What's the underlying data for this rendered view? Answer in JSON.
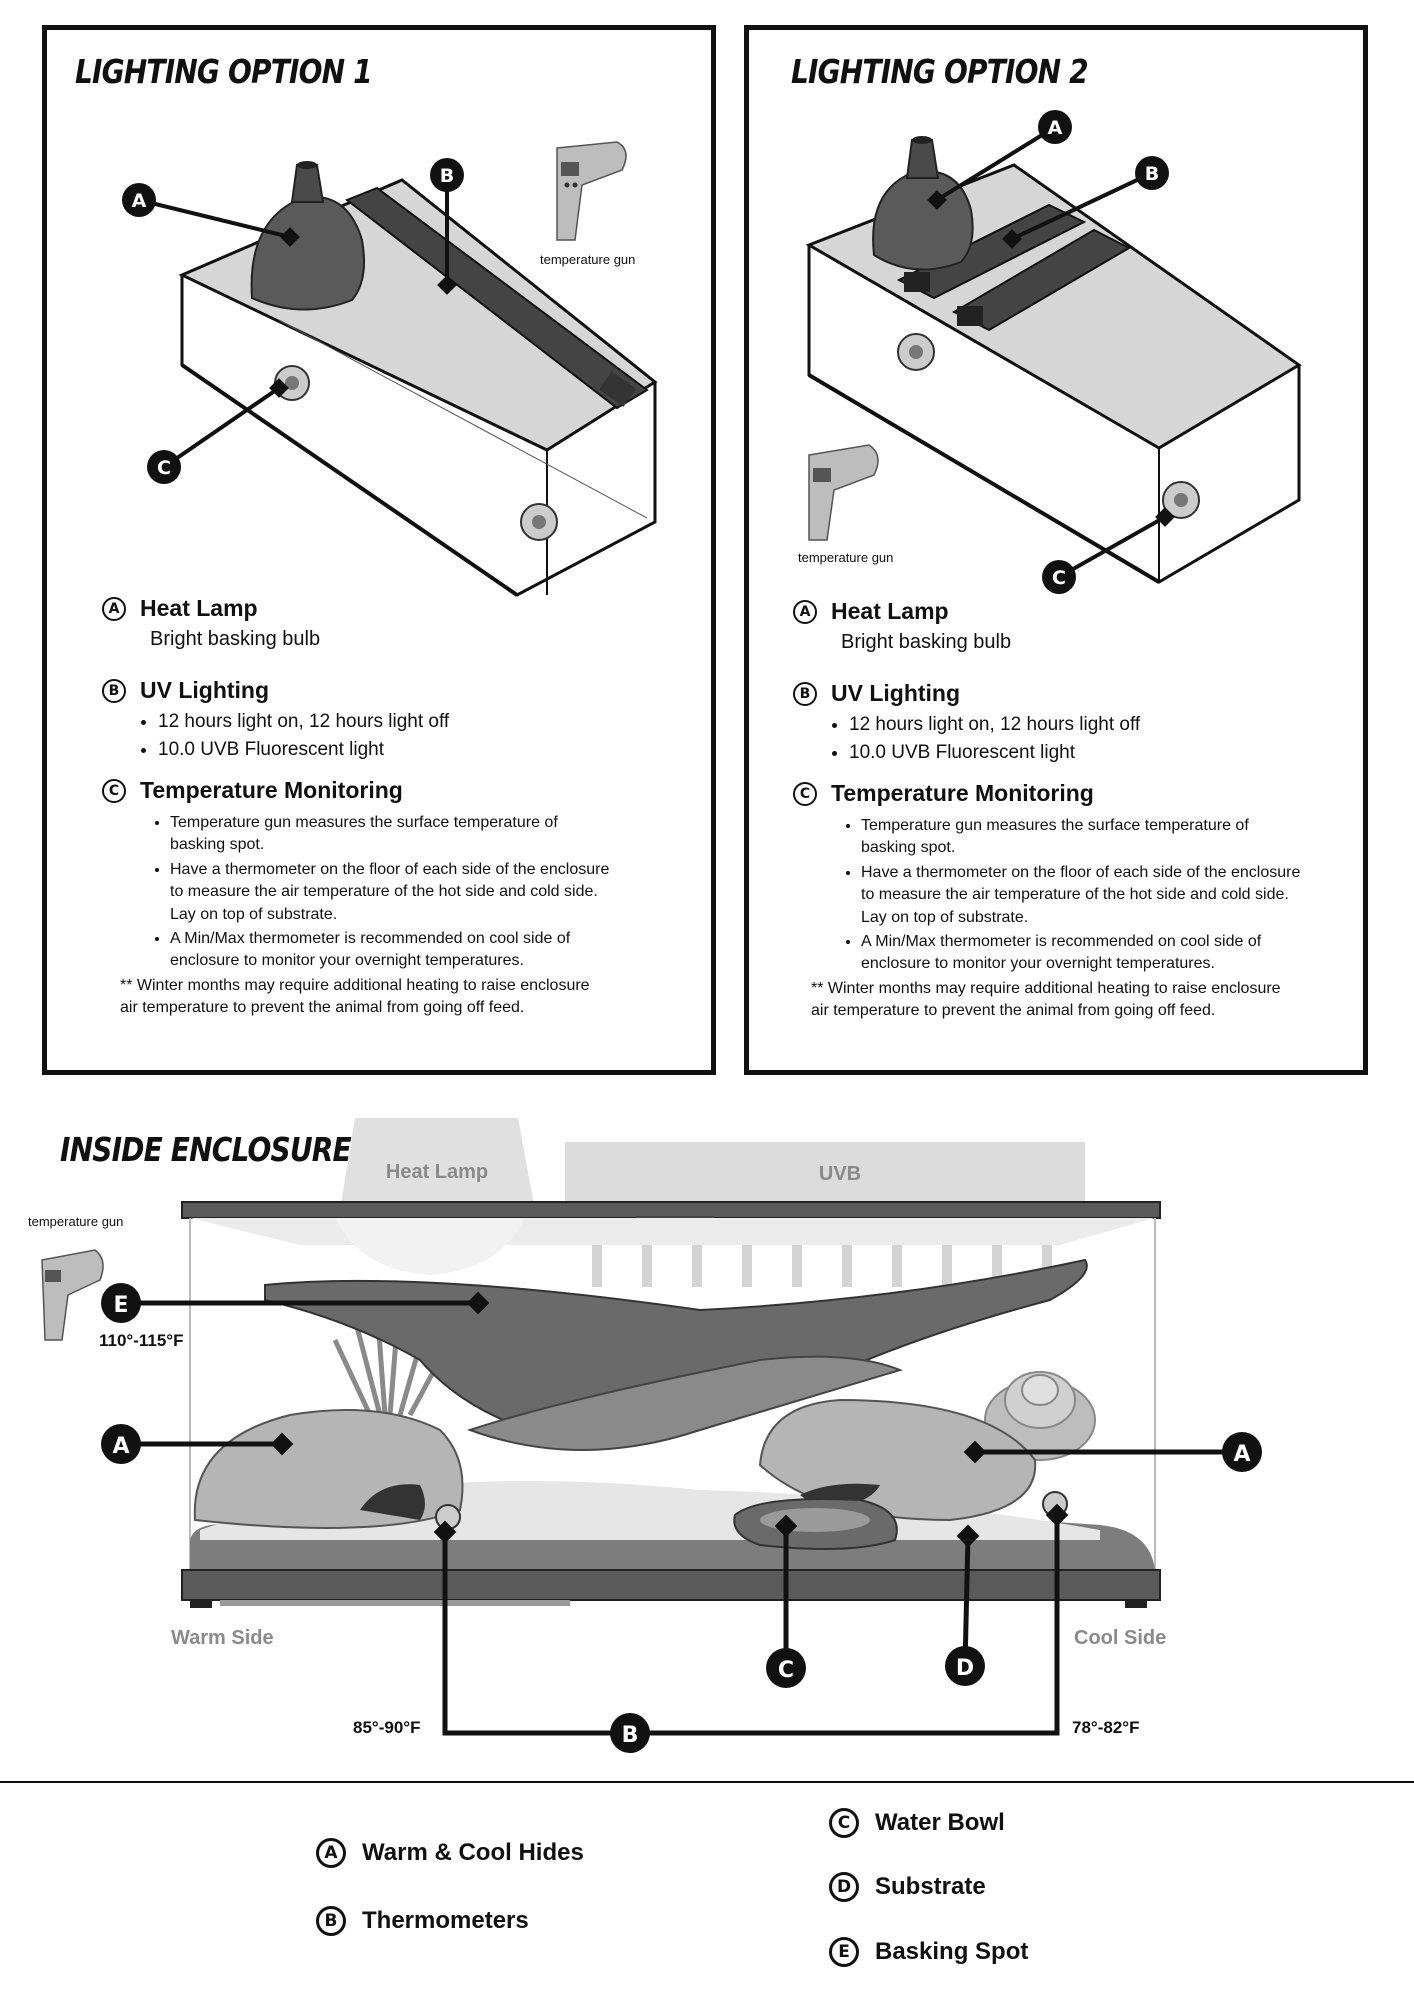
{
  "panel1": {
    "title": "LIGHTING OPTION 1",
    "gun_label": "temperature gun",
    "markers": [
      "A",
      "B",
      "C"
    ],
    "legend": {
      "a_title": "Heat Lamp",
      "a_sub": "Bright basking bulb",
      "b_title": "UV Lighting",
      "b_items": [
        "12 hours light on, 12 hours light off",
        "10.0 UVB Fluorescent light"
      ],
      "c_title": "Temperature Monitoring",
      "c_items": [
        "Temperature gun measures the surface temperature of basking spot.",
        "Have a thermometer on the floor of each side of the enclosure to measure the air temperature of the hot side and cold side. Lay on top of substrate.",
        "A Min/Max thermometer is recommended on cool side of enclosure to monitor your overnight temperatures."
      ],
      "note": "** Winter months may require additional heating to raise enclosure air temperature to prevent the animal from going off feed."
    }
  },
  "panel2": {
    "title": "LIGHTING OPTION 2",
    "gun_label": "temperature gun",
    "markers": [
      "A",
      "B",
      "C"
    ],
    "legend": {
      "a_title": "Heat Lamp",
      "a_sub": "Bright basking bulb",
      "b_title": "UV Lighting",
      "b_items": [
        "12 hours light on, 12 hours light off",
        "10.0 UVB Fluorescent light"
      ],
      "c_title": "Temperature Monitoring",
      "c_items": [
        "Temperature gun measures the surface temperature of basking spot.",
        "Have a thermometer on the floor of each side of the enclosure to measure the air temperature of the hot side and cold side. Lay on top of substrate.",
        "A Min/Max thermometer is recommended on cool side of enclosure to monitor your overnight temperatures."
      ],
      "note": "** Winter months may require additional heating to raise enclosure air temperature to prevent the animal from going off feed."
    }
  },
  "inside": {
    "title": "INSIDE ENCLOSURE",
    "heat_lamp_label": "Heat Lamp",
    "uvb_label": "UVB",
    "gun_label": "temperature gun",
    "basking_temp": "110°-115°F",
    "warm_side": "Warm Side",
    "cool_side": "Cool Side",
    "warm_temp": "85°-90°F",
    "cool_temp": "78°-82°F",
    "markers": {
      "e": "E",
      "a_left": "A",
      "a_right": "A",
      "c": "C",
      "d": "D",
      "b": "B"
    }
  },
  "key": [
    {
      "letter": "A",
      "label": "Warm & Cool Hides"
    },
    {
      "letter": "B",
      "label": "Thermometers"
    },
    {
      "letter": "C",
      "label": "Water Bowl"
    },
    {
      "letter": "D",
      "label": "Substrate"
    },
    {
      "letter": "E",
      "label": "Basking Spot"
    }
  ],
  "colors": {
    "ink": "#111111",
    "lamp": "#555555",
    "glass": "#d9d9d9",
    "rock": "#9a9a9a",
    "label_gray": "#8a8a8a"
  }
}
